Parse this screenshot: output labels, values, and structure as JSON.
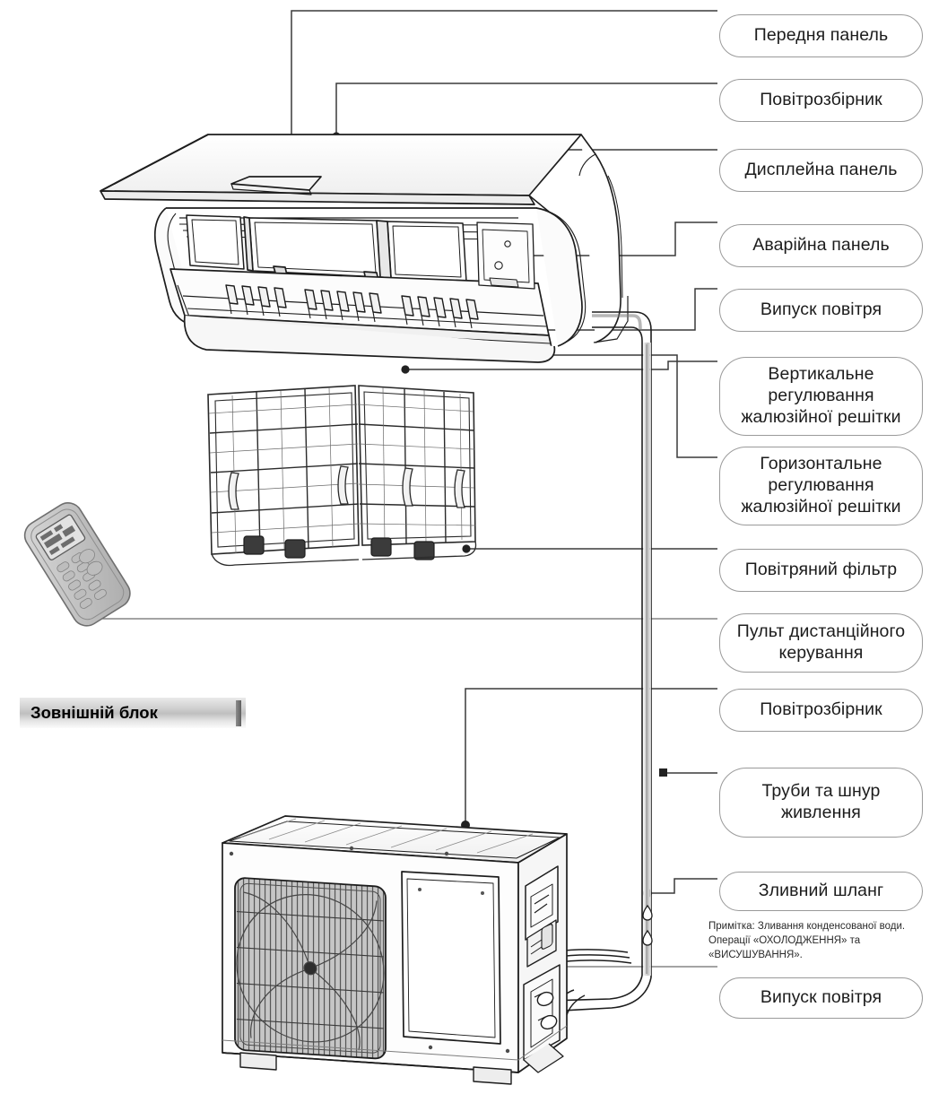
{
  "diagram": {
    "title": "Air conditioner parts identification diagram",
    "language": "uk",
    "outdoor_banner": {
      "label": "Зовнішній блок"
    },
    "drain_note": "Примітка: Зливання конденсованої води. Операції «ОХОЛОДЖЕННЯ» та «ВИСУШУВАННЯ».",
    "callouts": [
      {
        "id": "front-panel",
        "label": "Передня панель"
      },
      {
        "id": "air-intake-indoor",
        "label": "Повітрозбірник"
      },
      {
        "id": "display-panel",
        "label": "Дисплейна панель"
      },
      {
        "id": "emergency-panel",
        "label": "Аварійна панель"
      },
      {
        "id": "air-outlet-indoor",
        "label": "Випуск повітря"
      },
      {
        "id": "vertical-louver",
        "label": "Вертикальне регулювання жалюзійної решітки"
      },
      {
        "id": "horizontal-louver",
        "label": "Горизонтальне регулювання жалюзійної решітки"
      },
      {
        "id": "air-filter",
        "label": "Повітряний фільтр"
      },
      {
        "id": "remote-control",
        "label": "Пульт дистанційного керування"
      },
      {
        "id": "air-intake-outdoor",
        "label": "Повітрозбірник"
      },
      {
        "id": "pipes-and-power-cord",
        "label": "Труби та шнур живлення"
      },
      {
        "id": "drain-hose",
        "label": "Зливний шланг"
      },
      {
        "id": "air-outlet-outdoor",
        "label": "Випуск повітря"
      }
    ],
    "parts": {
      "indoor_unit": "indoor-wall-mounted-unit-drawing",
      "air_filter": "air-filter-mesh-drawing",
      "remote": "remote-control-drawing",
      "outdoor_unit": "outdoor-condenser-unit-drawing",
      "piping": "refrigerant-pipe-and-drain-line"
    },
    "colors": {
      "line": "#1d1d1d",
      "leader": "#3a3a3a",
      "pill_border": "#9a9a9a",
      "shade_light": "#e6e6e6",
      "shade_mid": "#c9c9c9",
      "shade_dark": "#9e9e9e"
    }
  }
}
